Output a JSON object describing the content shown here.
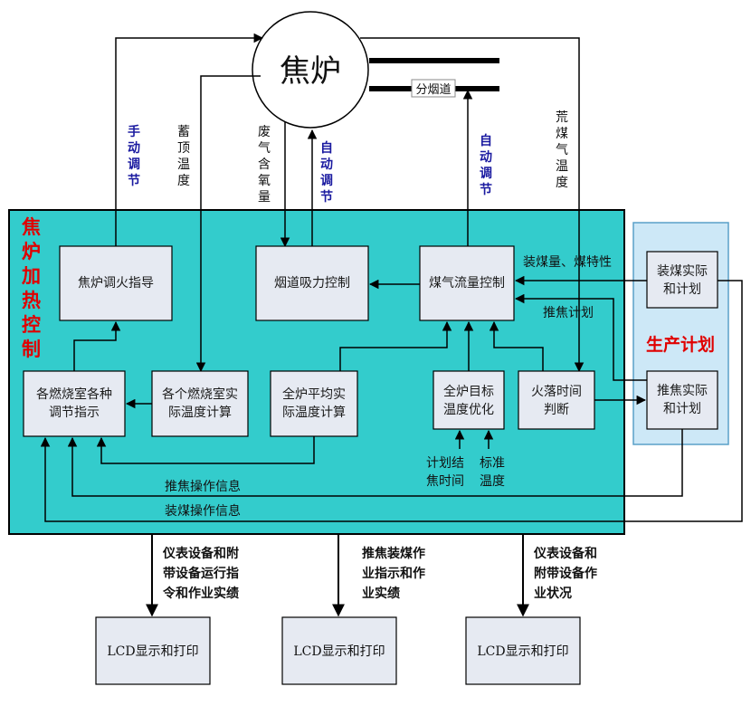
{
  "furnace": {
    "label": "焦炉"
  },
  "flue_label": "分烟道",
  "control_system": {
    "title": "焦炉加热控制"
  },
  "production_plan": {
    "title": "生产计划"
  },
  "boxes": {
    "ignition_guide": "焦炉调火指导",
    "flue_suction": "烟道吸力控制",
    "gas_flow": "煤气流量控制",
    "chamber_adjust": [
      "各燃烧室各种",
      "调节指示"
    ],
    "chamber_temp": [
      "各个燃烧室实",
      "际温度计算"
    ],
    "avg_temp": [
      "全炉平均实",
      "际温度计算"
    ],
    "target_temp": [
      "全炉目标",
      "温度优化"
    ],
    "fire_time": [
      "火落时间",
      "判断"
    ],
    "coal_plan": [
      "装煤实际",
      "和计划"
    ],
    "push_plan": [
      "推焦实际",
      "和计划"
    ],
    "lcd1": "LCD显示和打印",
    "lcd2": "LCD显示和打印",
    "lcd3": "LCD显示和打印"
  },
  "labels": {
    "manual_adjust": "手动调节",
    "regen_temp": "蓄顶温度",
    "waste_gas_o2": "废气含氧量",
    "auto_adjust_1": "自动调节",
    "auto_adjust_2": "自动调节",
    "crude_gas_temp": "荒煤气温度",
    "coal_amount": "装煤量、煤特性",
    "push_plan": "推焦计划",
    "plan_end_time": [
      "计划结",
      "焦时间"
    ],
    "std_temp": [
      "标准",
      "温度"
    ],
    "push_info": "推焦操作信息",
    "coal_info": "装煤操作信息",
    "out1": [
      "仪表设备和附",
      "带设备运行指",
      "令和作业实绩"
    ],
    "out2": [
      "推焦装煤作",
      "业指示和作",
      "业实绩"
    ],
    "out3": [
      "仪表设备和",
      "附带设备作",
      "业状况"
    ]
  },
  "colors": {
    "control_bg": "#33cccc",
    "plan_bg": "#cde8f7",
    "box_bg": "#e6eaf2",
    "line": "#000000",
    "red_text": "#e00000",
    "blue_text": "#1a1aa0"
  }
}
